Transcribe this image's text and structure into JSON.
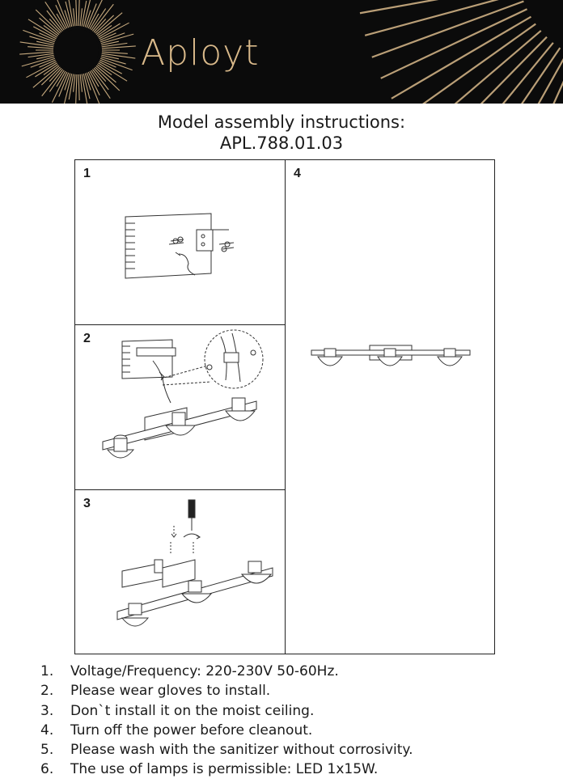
{
  "header": {
    "brand": "Aployt",
    "colors": {
      "background": "#0b0b0b",
      "accent": "#d9b98a"
    }
  },
  "title": {
    "line1": "Model assembly instructions:",
    "line2": "APL.788.01.03"
  },
  "steps": [
    {
      "number": "1"
    },
    {
      "number": "2"
    },
    {
      "number": "3"
    },
    {
      "number": "4"
    }
  ],
  "instructions": [
    {
      "n": "1.",
      "text": "Voltage/Frequency: 220-230V 50-60Hz."
    },
    {
      "n": "2.",
      "text": "Please wear gloves to install."
    },
    {
      "n": "3.",
      "text": "Don`t install it on the moist ceiling."
    },
    {
      "n": "4.",
      "text": "Turn off the power before cleanout."
    },
    {
      "n": "5.",
      "text": "Please wash with the sanitizer without corrosivity."
    },
    {
      "n": "6.",
      "text": "The use of lamps is permissible: LED 1x15W."
    }
  ]
}
